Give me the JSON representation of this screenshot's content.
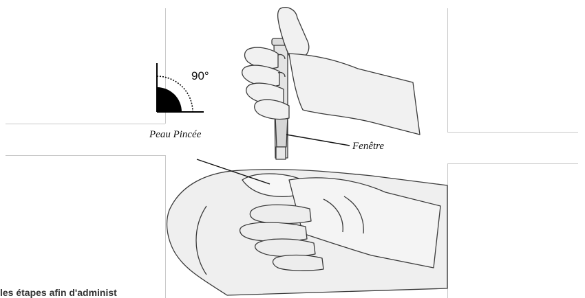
{
  "figure": {
    "angle_label": "90°",
    "skin_label": "Peau Pincée",
    "window_label": "Fenêtre"
  },
  "caption": {
    "text": "les étapes afin d'administ"
  },
  "icons": [
    "angle-90-icon",
    "injection-pen-hand-icon",
    "pinched-skin-hand-icon"
  ]
}
